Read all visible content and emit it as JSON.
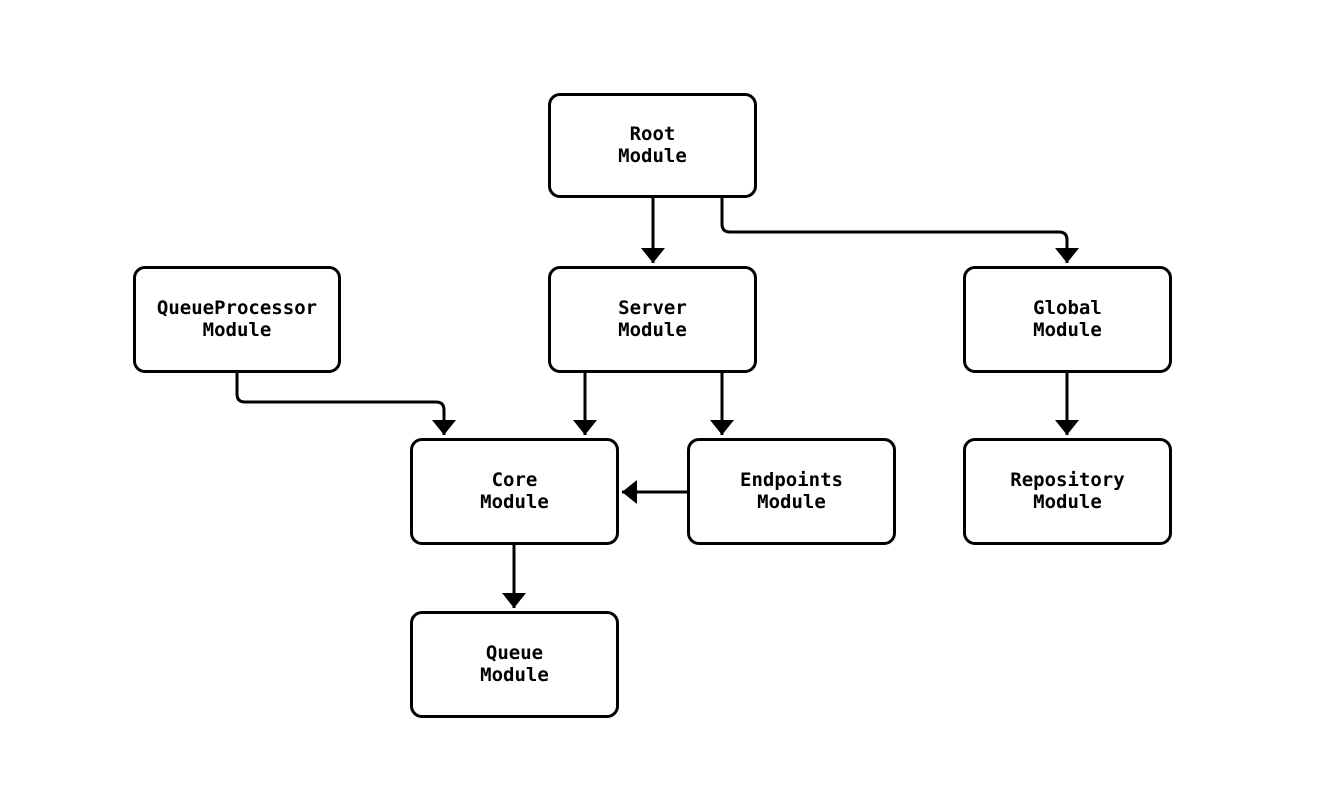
{
  "diagram": {
    "type": "flowchart",
    "background_color": "#ffffff",
    "line_color": "#000000",
    "node_fill_color": "#ffffff",
    "node_border_color": "#000000",
    "text_color": "#000000",
    "nodes": {
      "root": {
        "line1": "Root",
        "line2": "Module"
      },
      "queueprocessor": {
        "line1": "QueueProcessor",
        "line2": "Module"
      },
      "server": {
        "line1": "Server",
        "line2": "Module"
      },
      "global": {
        "line1": "Global",
        "line2": "Module"
      },
      "core": {
        "line1": "Core",
        "line2": "Module"
      },
      "endpoints": {
        "line1": "Endpoints",
        "line2": "Module"
      },
      "repository": {
        "line1": "Repository",
        "line2": "Module"
      },
      "queue": {
        "line1": "Queue",
        "line2": "Module"
      }
    },
    "edges": [
      {
        "from": "Root Module",
        "to": "Server Module"
      },
      {
        "from": "Root Module",
        "to": "Global Module"
      },
      {
        "from": "QueueProcessor Module",
        "to": "Core Module"
      },
      {
        "from": "Server Module",
        "to": "Core Module"
      },
      {
        "from": "Server Module",
        "to": "Endpoints Module"
      },
      {
        "from": "Endpoints Module",
        "to": "Core Module"
      },
      {
        "from": "Global Module",
        "to": "Repository Module"
      },
      {
        "from": "Core Module",
        "to": "Queue Module"
      }
    ]
  }
}
